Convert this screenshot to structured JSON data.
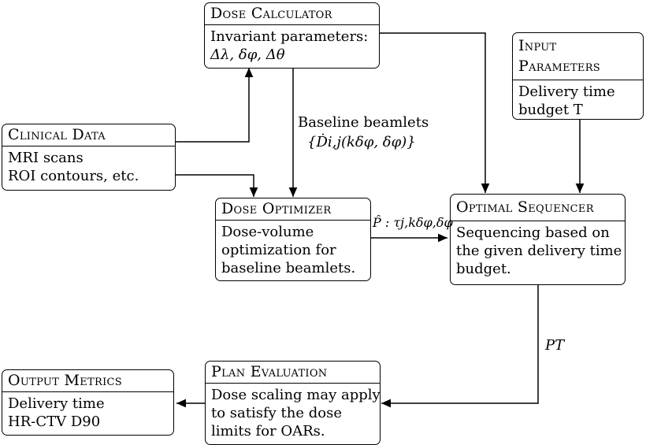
{
  "boxes": {
    "dose_calculator": {
      "title": "Dose Calculator",
      "lines": [
        "Invariant parameters:",
        "Δλ, δφ, Δθ"
      ]
    },
    "input_parameters": {
      "title_lines": [
        "Input",
        "Parameters"
      ],
      "lines": [
        "Delivery time",
        "budget T"
      ]
    },
    "clinical_data": {
      "title": "Clinical Data",
      "lines": [
        "MRI scans",
        "ROI contours, etc."
      ]
    },
    "dose_optimizer": {
      "title": "Dose Optimizer",
      "lines": [
        "Dose-volume",
        "optimization for",
        "baseline beamlets."
      ]
    },
    "optimal_sequencer": {
      "title": "Optimal Sequencer",
      "lines": [
        "Sequencing based on",
        "the given delivery time",
        "budget."
      ]
    },
    "plan_evaluation": {
      "title": "Plan Evaluation",
      "lines": [
        "Dose scaling may apply",
        "to satisfy the dose",
        "limits for OARs."
      ]
    },
    "output_metrics": {
      "title": "Output Metrics",
      "lines": [
        "Delivery time",
        "HR-CTV D90"
      ]
    }
  },
  "edge_labels": {
    "baseline_beamlets_line1": "Baseline beamlets",
    "baseline_beamlets_line2": "{Ḋi,j(kδφ, δφ)}",
    "p_hat": "P̂ : τj,kδφ,δφ",
    "p_t": "PT"
  }
}
